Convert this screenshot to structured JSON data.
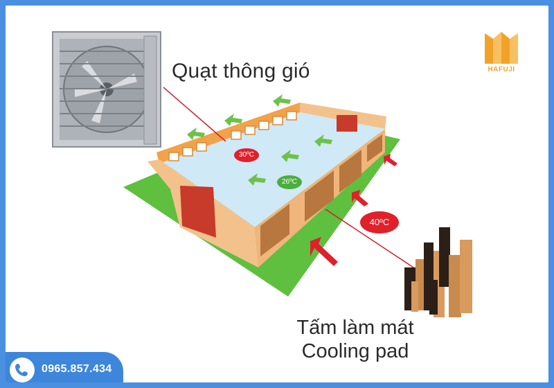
{
  "labels": {
    "fan": "Quạt thông gió",
    "pad_line1": "Tấm làm mát",
    "pad_line2": "Cooling pad"
  },
  "temperatures": {
    "high": "40ºC",
    "mid": "30ºC",
    "low": "26ºC"
  },
  "brand": {
    "name": "HAFUJI"
  },
  "contact": {
    "phone": "0965.857.434"
  },
  "colors": {
    "frame": "#4a8fe0",
    "grass": "#5fbf3f",
    "wall": "#f3c28c",
    "roof": "#cfe9f7",
    "door": "#c83a2a",
    "pad": "#c98a4e",
    "arrow_green": "#6cc24a",
    "arrow_red": "#e0202a",
    "badge_red": "#e0202a",
    "badge_green": "#4cae3c"
  },
  "icons": [
    "phone-icon",
    "hafuji-logo-icon",
    "exhaust-fan-icon",
    "cooling-pad-icon"
  ]
}
